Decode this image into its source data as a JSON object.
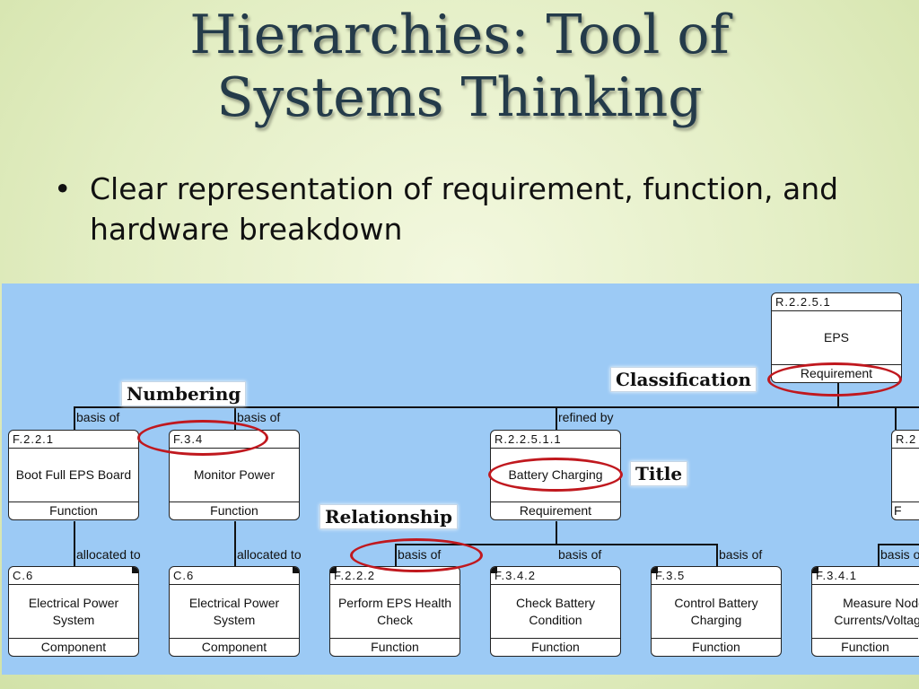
{
  "slide": {
    "title_line1": "Hierarchies: Tool of",
    "title_line2": "Systems Thinking",
    "bullet_symbol": "•",
    "bullet_text": "Clear representation of requirement, function, and hardware breakdown"
  },
  "diagram": {
    "top_box": {
      "number": "R.2.2.5.1",
      "title": "EPS",
      "classification": "Requirement"
    },
    "row1": [
      {
        "number": "F.2.2.1",
        "title": "Boot Full EPS Board",
        "classification": "Function",
        "relation": "basis of"
      },
      {
        "number": "F.3.4",
        "title": "Monitor Power",
        "classification": "Function",
        "relation": "basis of"
      },
      {
        "number": "R.2.2.5.1.1",
        "title": "Battery Charging",
        "classification": "Requirement",
        "relation": "refined by"
      },
      {
        "number": "R.2",
        "title": "",
        "classification": "F"
      }
    ],
    "row2": [
      {
        "number": "C.6",
        "title": "Electrical Power System",
        "classification": "Component",
        "relation": "allocated to"
      },
      {
        "number": "C.6",
        "title": "Electrical Power System",
        "classification": "Component",
        "relation": "allocated to"
      },
      {
        "number": "F.2.2.2",
        "title": "Perform EPS Health Check",
        "classification": "Function",
        "relation": "basis of"
      },
      {
        "number": "F.3.4.2",
        "title": "Check Battery Condition",
        "classification": "Function",
        "relation": "basis of"
      },
      {
        "number": "F.3.5",
        "title": "Control Battery Charging",
        "classification": "Function",
        "relation": "basis of"
      },
      {
        "number": "F.3.4.1",
        "title": "Measure Node Currents/Voltages",
        "classification": "Function",
        "relation": "basis of"
      }
    ],
    "callouts": {
      "classification": "Classification",
      "numbering": "Numbering",
      "title": "Title",
      "relationship": "Relationship"
    },
    "colors": {
      "diagram_bg": "#9ccaf5",
      "highlight": "#c0181e",
      "title_text": "#243b4a"
    }
  }
}
